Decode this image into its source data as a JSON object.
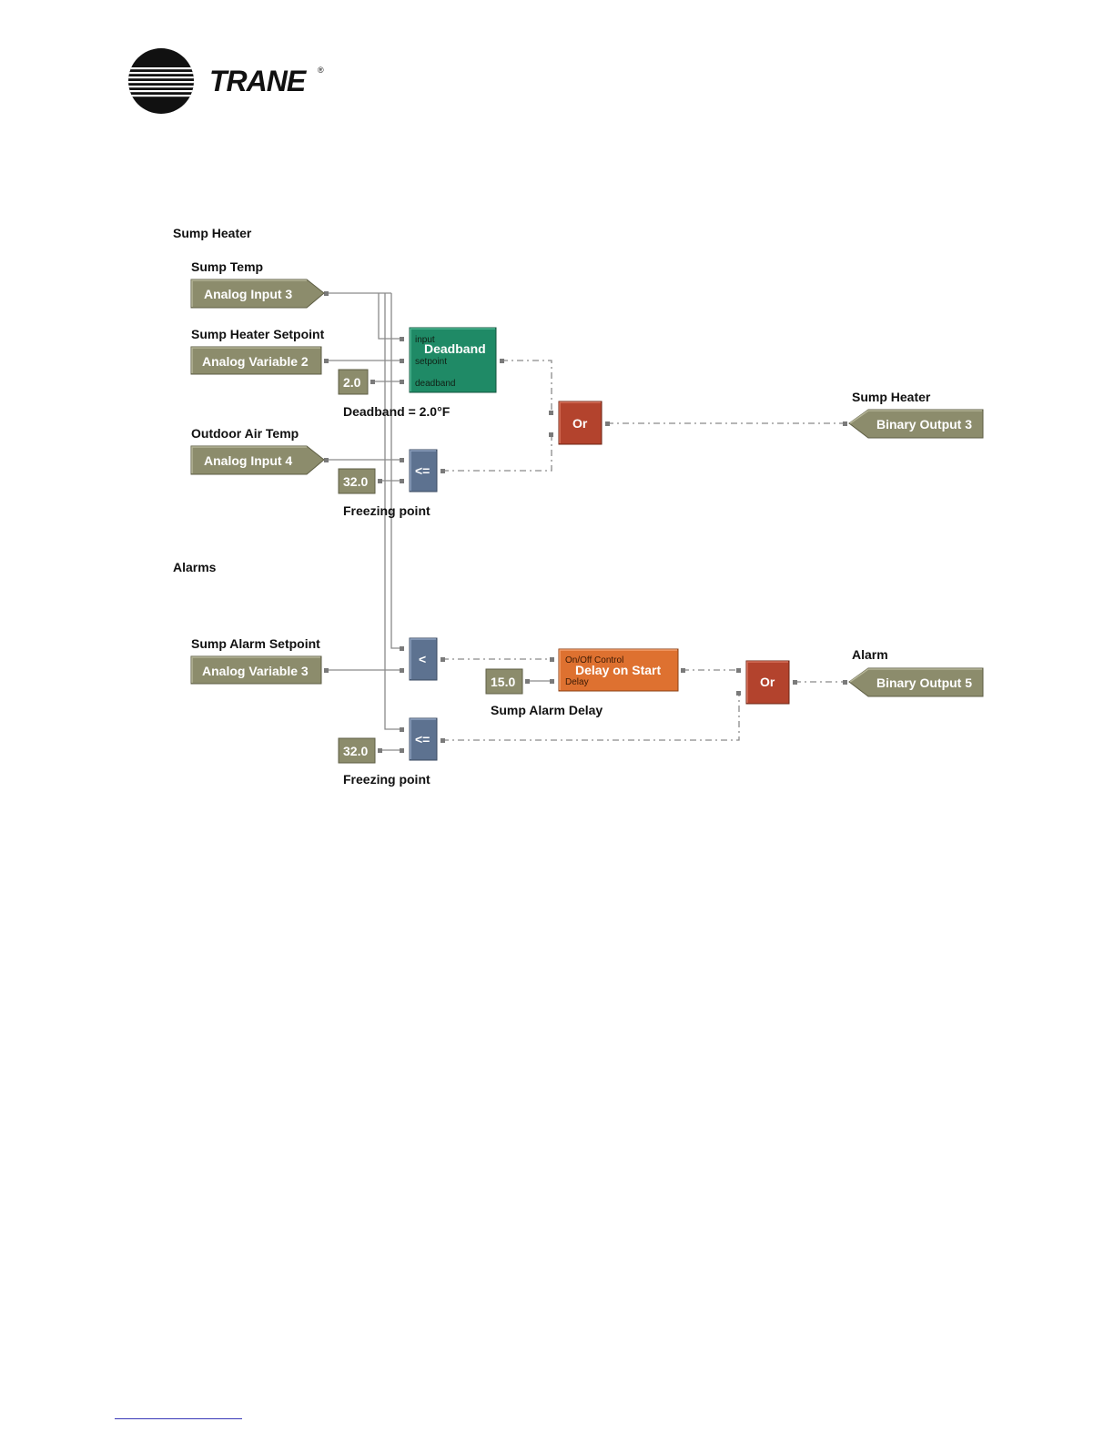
{
  "brand": {
    "name": "TRANE"
  },
  "sections": {
    "sump_heater": "Sump Heater",
    "alarms": "Alarms"
  },
  "labels": {
    "sump_temp": "Sump Temp",
    "sump_heater_setpoint": "Sump Heater Setpoint",
    "outdoor_air_temp": "Outdoor Air Temp",
    "deadband_note": "Deadband = 2.0°F",
    "freezing_point_1": "Freezing point",
    "sump_heater_out": "Sump Heater",
    "sump_alarm_setpoint": "Sump Alarm Setpoint",
    "sump_alarm_delay": "Sump Alarm Delay",
    "alarm_out": "Alarm",
    "freezing_point_2": "Freezing point"
  },
  "blocks": {
    "analog_input_3": "Analog Input 3",
    "analog_variable_2": "Analog Variable 2",
    "analog_input_4": "Analog Input 4",
    "analog_variable_3": "Analog Variable 3",
    "binary_output_3": "Binary Output 3",
    "binary_output_5": "Binary Output 5",
    "deadband": {
      "title": "Deadband",
      "port_input": "input",
      "port_setpoint": "setpoint",
      "port_deadband": "deadband"
    },
    "or_1": "Or",
    "or_2": "Or",
    "compare_le_1": "<=",
    "compare_lt": "<",
    "compare_le_2": "<=",
    "delay": {
      "title": "Delay on Start",
      "port_control": "On/Off Control",
      "port_delay": "Delay"
    }
  },
  "constants": {
    "deadband_value": "2.0",
    "freeze_1": "32.0",
    "delay_value": "15.0",
    "freeze_2": "32.0"
  },
  "colors": {
    "point_block": "#8c8c6c",
    "deadband": "#1f8a66",
    "or_block": "#b3432d",
    "compare_block": "#5d7290",
    "delay_block": "#de7130"
  }
}
